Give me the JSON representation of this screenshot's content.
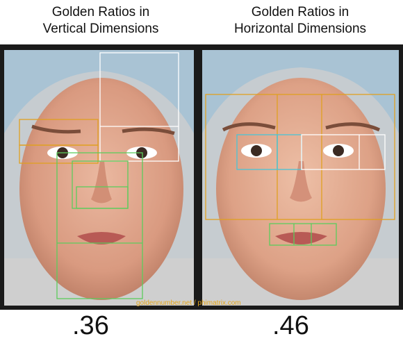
{
  "left_panel": {
    "title_line1": "Golden Ratios in",
    "title_line2": "Vertical Dimensions",
    "ratio": ".36"
  },
  "right_panel": {
    "title_line1": "Golden Ratios in",
    "title_line2": "Horizontal Dimensions",
    "ratio": ".46"
  },
  "watermark": "goldennumber.net / phimatrix.com",
  "colors": {
    "yellow_box": "#e0a020",
    "green_box": "#5ccc5c",
    "white_box": "#ffffff",
    "cyan_box": "#49c4d6",
    "watermark": "#e3a51b"
  }
}
